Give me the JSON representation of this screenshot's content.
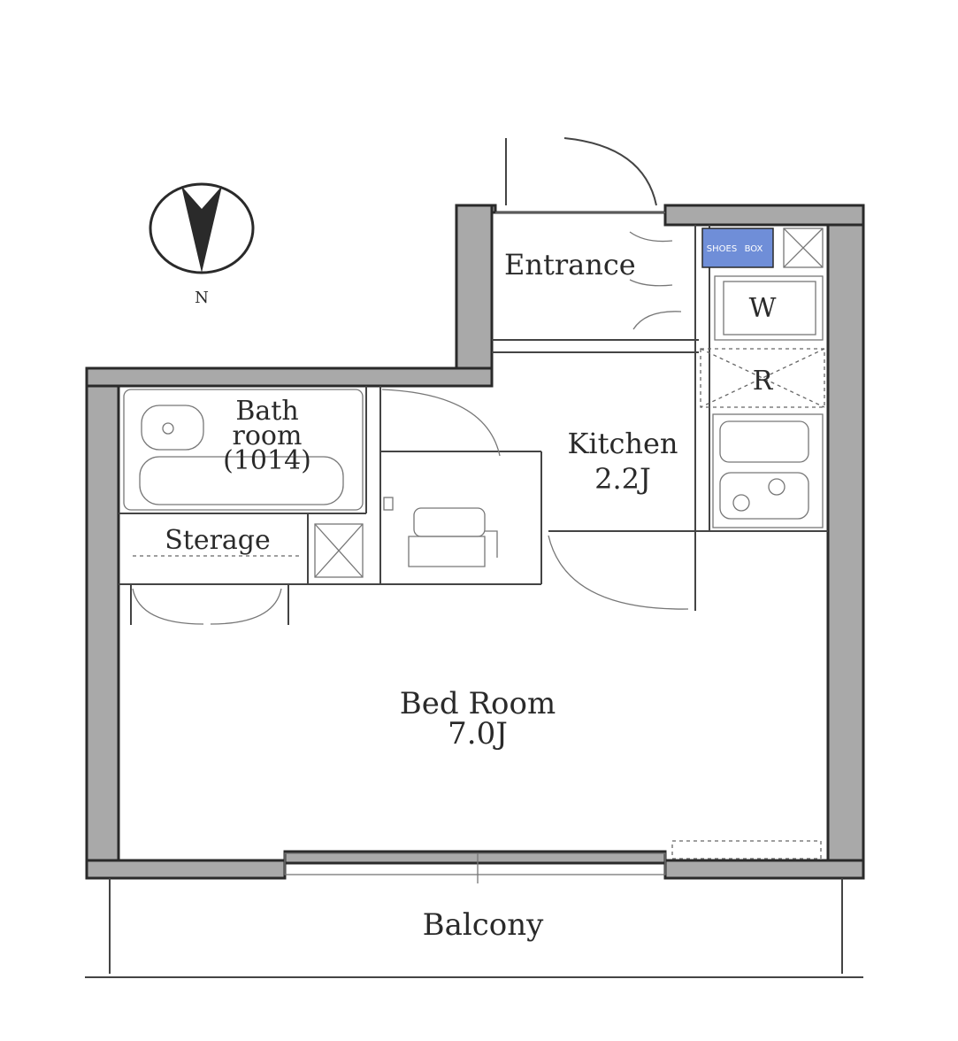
{
  "compass": {
    "label": "N"
  },
  "rooms": {
    "entrance": "Entrance",
    "washer": "W",
    "refrigerator": "R",
    "kitchen": {
      "name": "Kitchen",
      "size": "2.2J"
    },
    "bath": {
      "line1": "Bath",
      "line2": "room",
      "line3": "(1014)"
    },
    "storage": "Sterage",
    "bedroom": {
      "name": "Bed Room",
      "size": "7.0J"
    },
    "balcony": "Balcony"
  },
  "shoe_cabinet_text": [
    "SHOES",
    "BOX"
  ],
  "colors": {
    "wall_fill": "#a9a9a9",
    "line": "#2a2a2a",
    "shoe_cabinet": "#6f8ed8"
  }
}
